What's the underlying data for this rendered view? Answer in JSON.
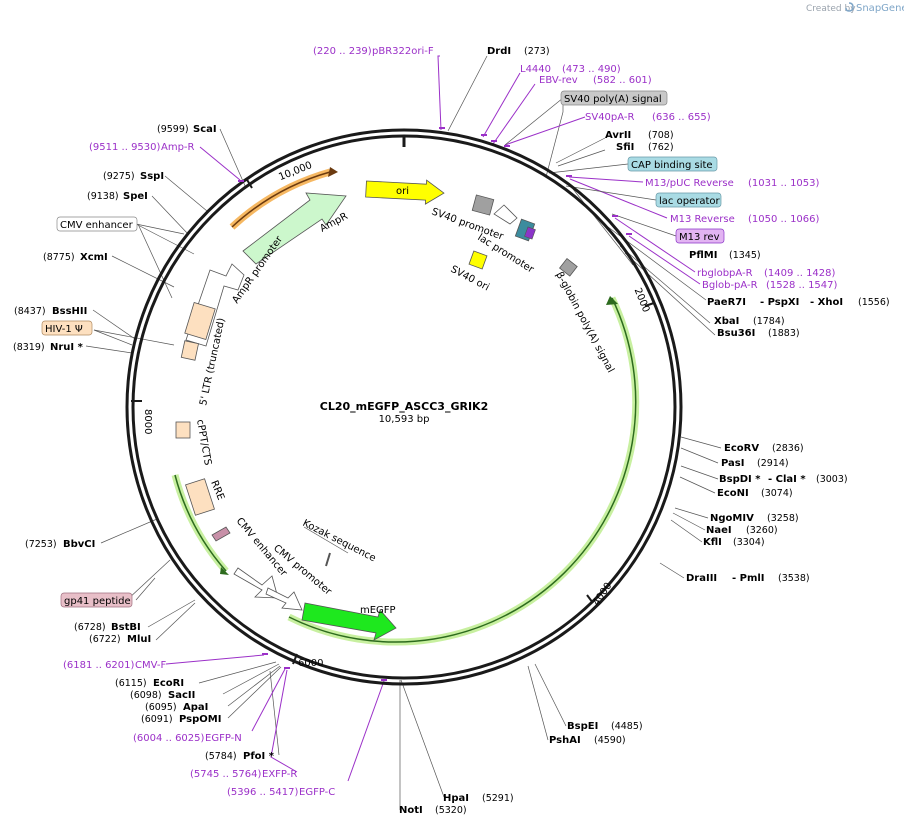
{
  "header": {
    "created_by": "Created by",
    "brand": "SnapGene"
  },
  "plasmid": {
    "name": "CL20_mEGFP_ASCC3_GRIK2",
    "length": "10,593 bp"
  },
  "ticks": [
    "10,000",
    "2000",
    "4000",
    "6000",
    "8000"
  ],
  "sites": {
    "drdI": {
      "name": "DrdI",
      "pos": "(273)"
    },
    "avrII": {
      "name": "AvrII",
      "pos": "(708)"
    },
    "sfiI": {
      "name": "SfiI",
      "pos": "(762)"
    },
    "pflMI": {
      "name": "PflMI",
      "pos": "(1345)"
    },
    "paeR7I": {
      "name": "PaeR7I",
      "sep1": "- PspXI",
      "sep2": "- XhoI",
      "pos": "(1556)"
    },
    "xbaI": {
      "name": "XbaI",
      "pos": "(1784)"
    },
    "bsu36I": {
      "name": "Bsu36I",
      "pos": "(1883)"
    },
    "ecoRV": {
      "name": "EcoRV",
      "pos": "(2836)"
    },
    "pasI": {
      "name": "PasI",
      "pos": "(2914)"
    },
    "bspDI": {
      "name": "BspDI *",
      "sep": "- ClaI *",
      "pos": "(3003)"
    },
    "ecoNI": {
      "name": "EcoNI",
      "pos": "(3074)"
    },
    "ngoMIV": {
      "name": "NgoMIV",
      "pos": "(3258)"
    },
    "naeI": {
      "name": "NaeI",
      "pos": "(3260)"
    },
    "kflI": {
      "name": "KflI",
      "pos": "(3304)"
    },
    "draIII": {
      "name": "DraIII",
      "sep": "- PmlI",
      "pos": "(3538)"
    },
    "bspEI": {
      "name": "BspEI",
      "pos": "(4485)"
    },
    "pshAI": {
      "name": "PshAI",
      "pos": "(4590)"
    },
    "hpaI": {
      "name": "HpaI",
      "pos": "(5291)"
    },
    "notI": {
      "name": "NotI",
      "pos": "(5320)"
    },
    "pfoI": {
      "name": "PfoI *",
      "pos": "(5784)"
    },
    "pspOMI": {
      "name": "PspOMI",
      "pos": "(6091)"
    },
    "apaI": {
      "name": "ApaI",
      "pos": "(6095)"
    },
    "sacII": {
      "name": "SacII",
      "pos": "(6098)"
    },
    "ecoRI": {
      "name": "EcoRI",
      "pos": "(6115)"
    },
    "mluI": {
      "name": "MluI",
      "pos": "(6722)"
    },
    "bstBI": {
      "name": "BstBI",
      "pos": "(6728)"
    },
    "bbvCI": {
      "name": "BbvCI",
      "pos": "(7253)"
    },
    "nruI": {
      "name": "NruI *",
      "pos": "(8319)"
    },
    "bssHII": {
      "name": "BssHII",
      "pos": "(8437)"
    },
    "xcmI": {
      "name": "XcmI",
      "pos": "(8775)"
    },
    "speI": {
      "name": "SpeI",
      "pos": "(9138)"
    },
    "sspI": {
      "name": "SspI",
      "pos": "(9275)"
    },
    "scaI": {
      "name": "ScaI",
      "pos": "(9599)"
    }
  },
  "primers": {
    "pBR322ori": {
      "name": "pBR322ori-F",
      "pos": "(220 .. 239)"
    },
    "l4440": {
      "name": "L4440",
      "pos": "(473 .. 490)"
    },
    "ebv": {
      "name": "EBV-rev",
      "pos": "(582 .. 601)"
    },
    "sv40pA": {
      "name": "SV40pA-R",
      "pos": "(636 .. 655)"
    },
    "m13puc": {
      "name": "M13/pUC Reverse",
      "pos": "(1031 .. 1053)"
    },
    "m13rev_p": {
      "name": "M13 Reverse",
      "pos": "(1050 .. 1066)"
    },
    "rbglob": {
      "name": "rbglobpA-R",
      "pos": "(1409 .. 1428)"
    },
    "bglob": {
      "name": "Bglob-pA-R",
      "pos": "(1528 .. 1547)"
    },
    "ampR": {
      "name": "Amp-R",
      "pos": "(9511 .. 9530)"
    },
    "cmvF": {
      "name": "CMV-F",
      "pos": "(6181 .. 6201)"
    },
    "egfpN": {
      "name": "EGFP-N",
      "pos": "(6004 .. 6025)"
    },
    "exfpR": {
      "name": "EXFP-R",
      "pos": "(5745 .. 5764)"
    },
    "egfpC": {
      "name": "EGFP-C",
      "pos": "(5396 .. 5417)"
    }
  },
  "boxed": {
    "sv40polyA": "SV40 poly(A) signal",
    "cap": "CAP binding site",
    "lacop": "lac operator",
    "m13rev": "M13 rev",
    "cmvEnh": "CMV enhancer",
    "hiv": "HIV-1 Ψ",
    "gp41": "gp41 peptide"
  },
  "features": {
    "ori": "ori",
    "ampR": "AmpR",
    "ampRpromoter": "AmpR promoter",
    "sv40promoter": "SV40 promoter",
    "lacpromoter": "lac promoter",
    "sv40ori": "SV40 ori",
    "betaglobin": "β-globin poly(A) signal",
    "ltr": "5' LTR (truncated)",
    "cppt": "cPPT/CTS",
    "rre": "RRE",
    "cmvenhancer": "CMV enhancer",
    "cmvpromoter": "CMV promoter",
    "kozak": "Kozak sequence",
    "megfp": "mEGFP"
  },
  "colors": {
    "backbone": "#1a1a1a",
    "ori": "#ffff00",
    "ampR": "#ccf7cc",
    "megfp": "#1ee81e",
    "ltr": "#fde0c0",
    "insert_glow": "#c8f0a0",
    "orange_glow": "#f6b862",
    "primer": "#9b30c8",
    "cap_box": "#a9dbe4",
    "m13_box": "#e2b4f2",
    "grey_box": "#c8c8c8",
    "gp41_box": "#e8bfc8",
    "hiv_box": "#fde0c0"
  }
}
